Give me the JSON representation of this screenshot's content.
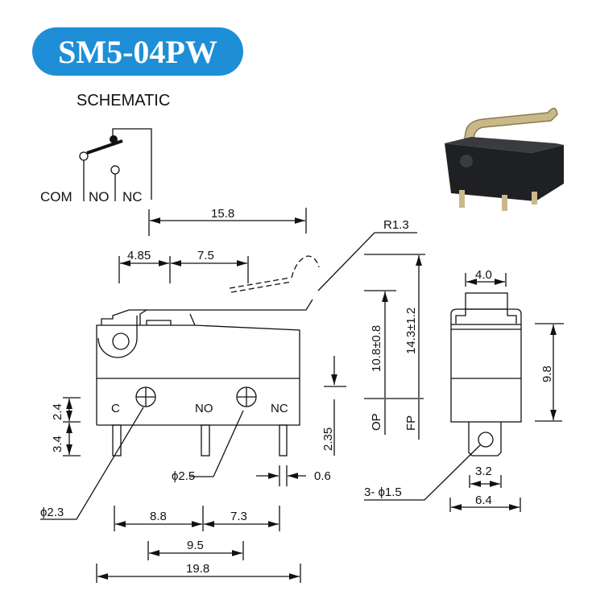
{
  "title": "SM5-04PW",
  "colors": {
    "title_bg": "#1e8fd6",
    "title_text": "#ffffff",
    "line": "#111111"
  },
  "schematic": {
    "heading": "SCHEMATIC",
    "com": "COM",
    "no": "NO",
    "nc": "NC"
  },
  "side_view": {
    "pin_c": "C",
    "pin_no": "NO",
    "pin_nc": "NC",
    "dims": {
      "overall_lever": "15.8",
      "pivot": "4.85",
      "lever_mid": "7.5",
      "radius": "R1.3",
      "pin_2_4": "2.4",
      "pin_3_4": "3.4",
      "pin_2_35": "2.35",
      "hole_2_5": "ϕ2.5",
      "pin_0_6": "0.6",
      "hole_2_3": "ϕ2.3",
      "d_8_8": "8.8",
      "d_7_3": "7.3",
      "d_9_5": "9.5",
      "d_19_8": "19.8"
    }
  },
  "positions": {
    "op_value": "10.8±0.8",
    "fp_value": "14.3±1.2",
    "op": "OP",
    "fp": "FP"
  },
  "end_view": {
    "d_4_0": "4.0",
    "d_9_8": "9.8",
    "d_3_2": "3.2",
    "d_6_4": "6.4",
    "holes": "3- ϕ1.5"
  }
}
